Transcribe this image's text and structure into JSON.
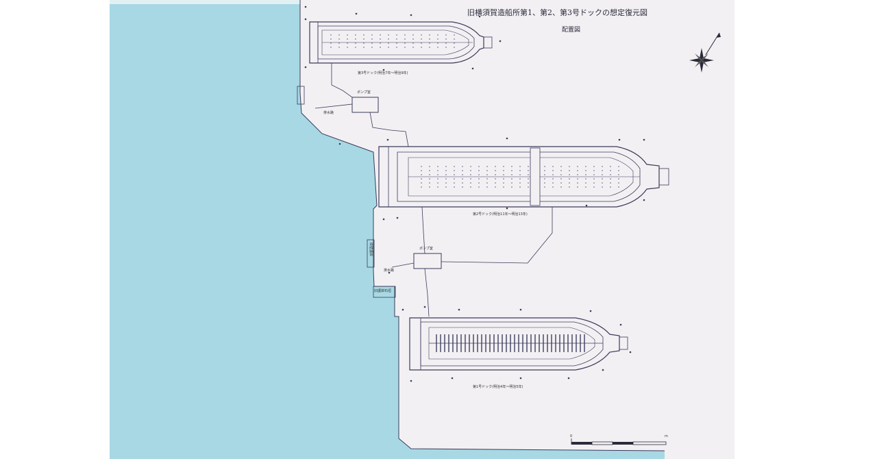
{
  "title": "旧横須賀造船所第1、第2、第3号ドックの想定復元図",
  "subtitle": "配置図",
  "labels": {
    "dock3_caption": "第3号ドック(明治7年〜明治9年)",
    "dock2_caption": "第2号ドック(明治11年〜明治13年)",
    "dock1_caption": "第1号ドック(明治4年〜明治5年)",
    "pump1": "ポンプ室",
    "pump2": "ポンプ室",
    "drain1": "排水路",
    "drain2": "排水路",
    "retaining_wall": "岸壁護岸",
    "old_revetment": "旧護岸石垣"
  },
  "scale_bar": {
    "start_label": "0",
    "end_label": "m"
  },
  "colors": {
    "sea": "#a7d8e4",
    "land": "#f3f0f3",
    "line": "#3a3a5a",
    "page": "#ffffff"
  },
  "icons": {
    "compass": "compass-rose-icon"
  }
}
